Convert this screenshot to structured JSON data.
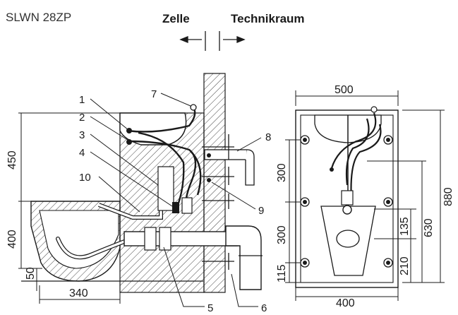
{
  "header": {
    "model": "SLWN 28ZP",
    "left_zone": "Zelle",
    "right_zone": "Technikraum"
  },
  "callouts": [
    "1",
    "2",
    "3",
    "4",
    "10",
    "7",
    "8",
    "9",
    "5",
    "6"
  ],
  "side_dims": {
    "h_upper": "450",
    "h_lower": "400",
    "h_floor": "50",
    "w_base": "340"
  },
  "front_dims": {
    "w_top": "500",
    "h_300a": "300",
    "h_300b": "300",
    "h_115": "115",
    "h_135": "135",
    "h_210": "210",
    "h_630": "630",
    "h_880": "880",
    "w_bottom": "400"
  },
  "colors": {
    "line": "#1a1a1a",
    "hatch": "#444444",
    "text": "#1a1a1a"
  }
}
